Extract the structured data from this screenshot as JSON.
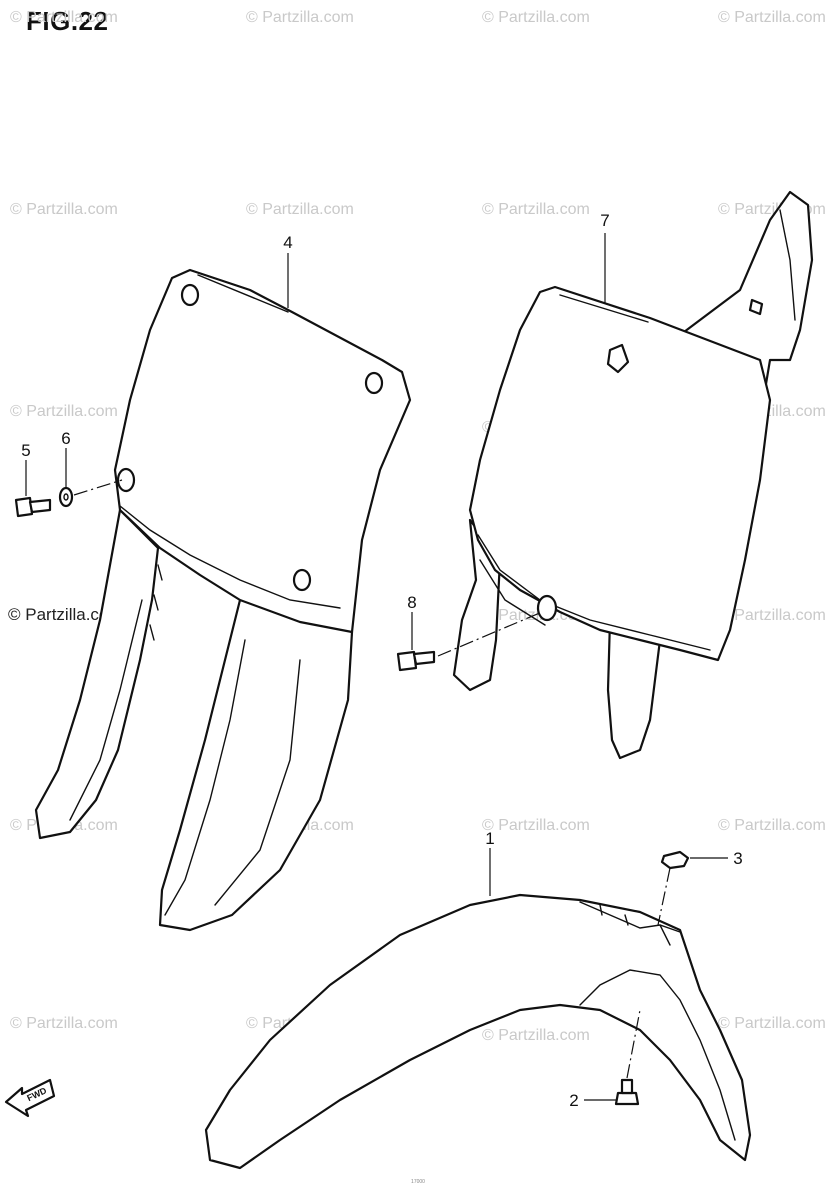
{
  "figure": {
    "title": "FIG.22"
  },
  "watermark": {
    "text": "© Partzilla.com",
    "strong_text": "© Partzilla.com"
  },
  "callouts": [
    "1",
    "2",
    "3",
    "4",
    "5",
    "6",
    "7",
    "8"
  ],
  "forward_arrow": {
    "label": "FWD"
  },
  "footer": {
    "code": "17000"
  }
}
